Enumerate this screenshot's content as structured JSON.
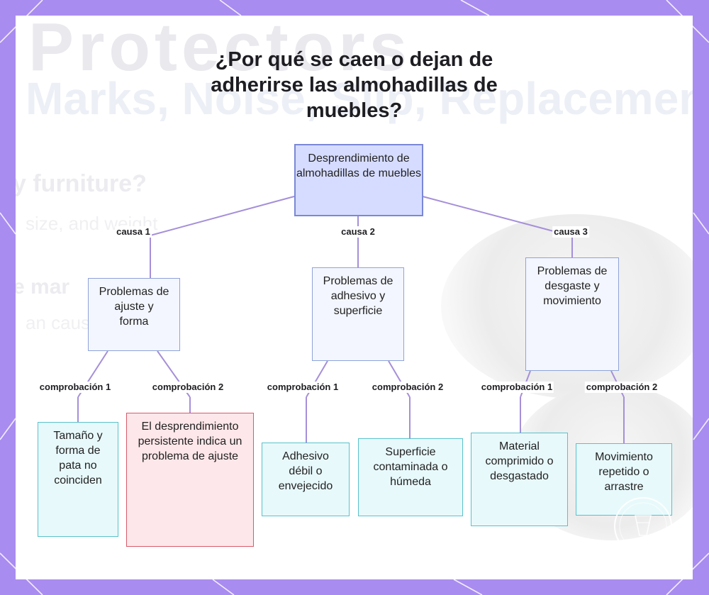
{
  "title": "¿Por qué se caen o dejan de adherirse las almohadillas de muebles?",
  "colors": {
    "frame": "#a98cf0",
    "root_fill": "#d6dcff",
    "cause_fill": "#f3f6fe",
    "leaf_fill": "#e8f9fb",
    "alert_fill": "#fde7ea",
    "connector": "#a58fd9"
  },
  "root": {
    "label": "Desprendimiento de almohadillas de muebles"
  },
  "causes": [
    {
      "edge_label": "causa 1",
      "label": "Problemas de ajuste y forma",
      "checks": [
        {
          "edge_label": "comprobación 1",
          "label": "Tamaño y forma de pata no coinciden"
        },
        {
          "edge_label": "comprobación 2",
          "label": "El desprendimiento persistente indica un problema de ajuste"
        }
      ]
    },
    {
      "edge_label": "causa 2",
      "label": "Problemas de adhesivo y superficie",
      "checks": [
        {
          "edge_label": "comprobación 1",
          "label": "Adhesivo débil o envejecido"
        },
        {
          "edge_label": "comprobación 2",
          "label": "Superficie contaminada o húmeda"
        }
      ]
    },
    {
      "edge_label": "causa 3",
      "label": "Problemas de desgaste y movimiento",
      "checks": [
        {
          "edge_label": "comprobación 1",
          "label": "Material comprimido o desgastado"
        },
        {
          "edge_label": "comprobación 2",
          "label": "Movimiento repetido o arrastre"
        }
      ]
    }
  ],
  "icons": [
    "frame-corner-decoration",
    "logo-seal-icon"
  ]
}
